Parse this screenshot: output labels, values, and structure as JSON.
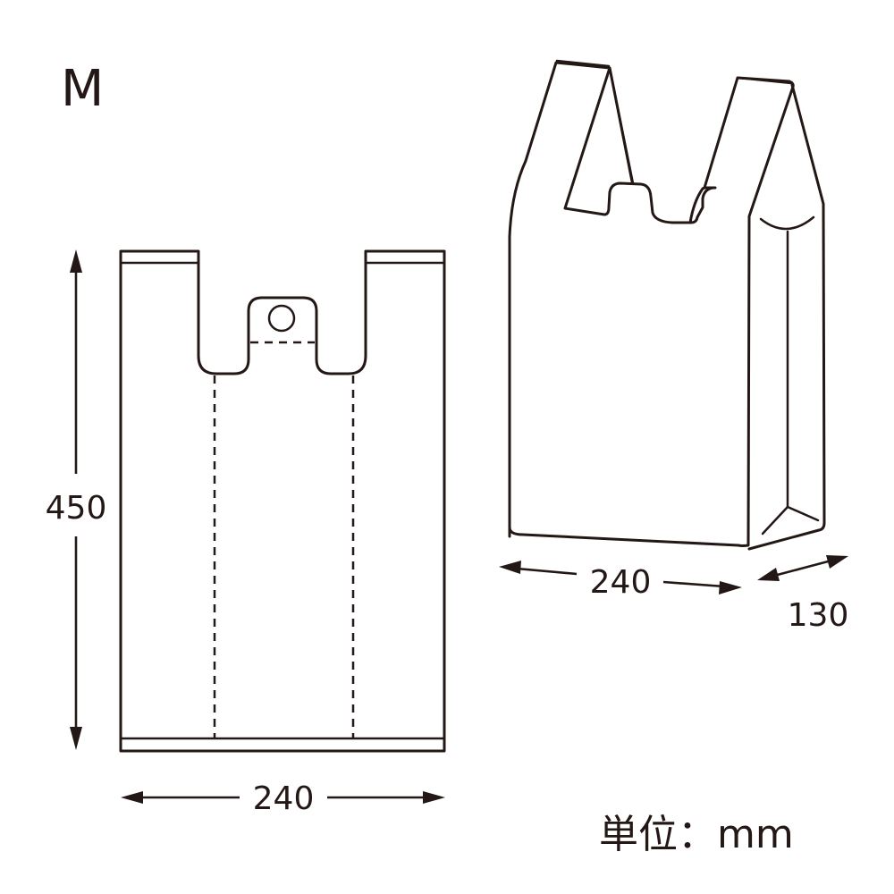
{
  "size_label": "M",
  "flat_bag": {
    "height_dim": "450",
    "width_dim": "240"
  },
  "gusset_bag": {
    "width_dim": "240",
    "depth_dim": "130"
  },
  "unit_label": "単位：mm",
  "colors": {
    "line": "#231815",
    "background": "#ffffff"
  }
}
